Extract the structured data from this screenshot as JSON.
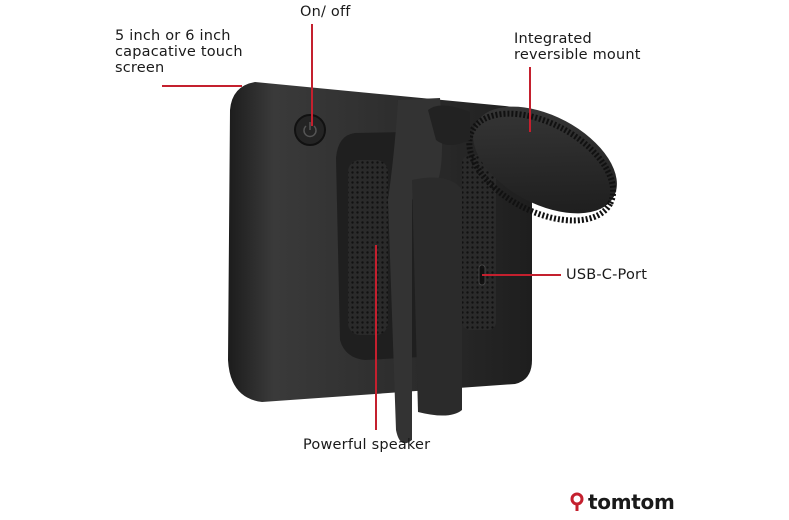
{
  "callouts": {
    "screen": {
      "lines": [
        "5 inch or 6 inch",
        "capacative touch",
        "screen"
      ]
    },
    "power": {
      "text": "On/ off"
    },
    "mount": {
      "lines": [
        "Integrated",
        "reversible mount"
      ]
    },
    "usb": {
      "text": "USB-C-Port"
    },
    "speaker": {
      "text": "Powerful speaker"
    }
  },
  "brand": {
    "name": "tomtom",
    "icon": "map-pin-icon",
    "accent_color": "#c4202e"
  },
  "colors": {
    "callout_line": "#c4202e",
    "device_body": "#2a2a2a",
    "text": "#1a1a1a"
  }
}
